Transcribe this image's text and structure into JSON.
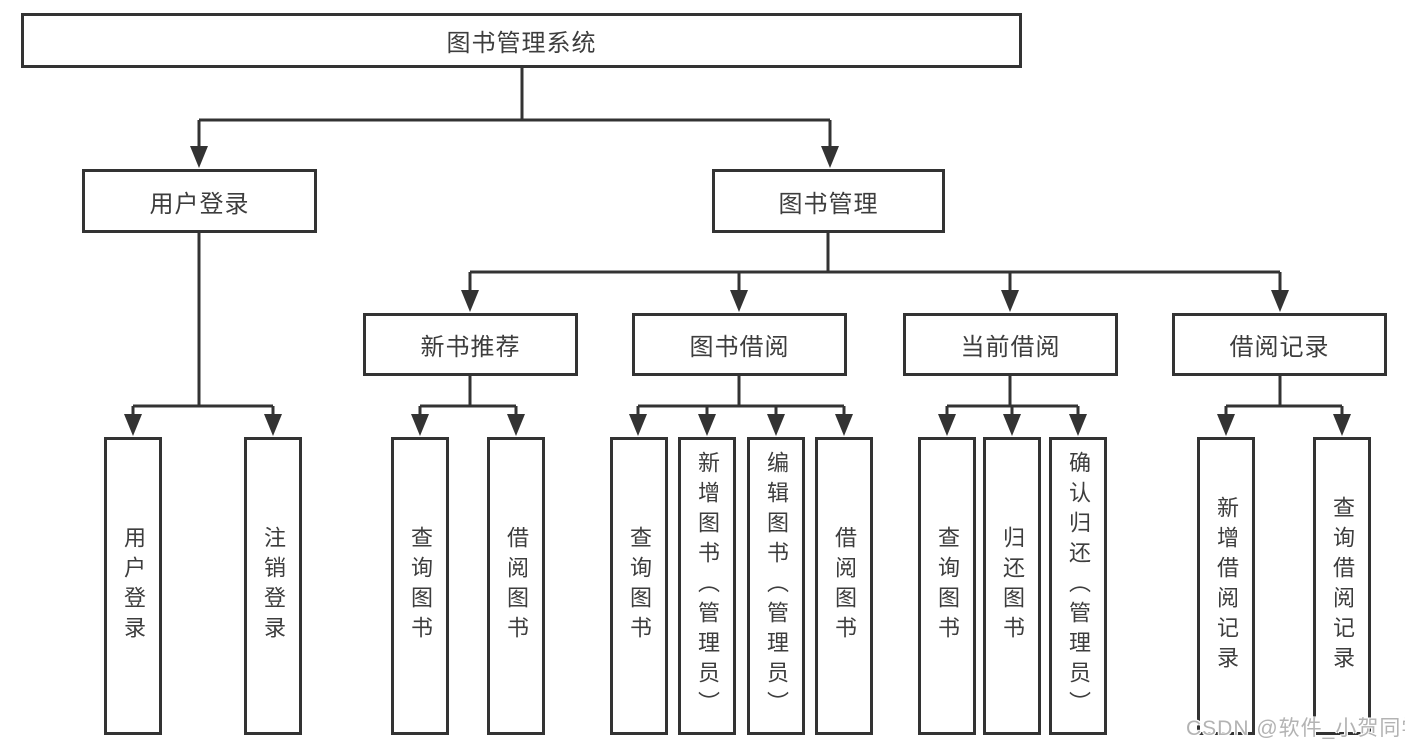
{
  "root": "图书管理系统",
  "level2": [
    "用户登录",
    "图书管理"
  ],
  "level3": [
    "新书推荐",
    "图书借阅",
    "当前借阅",
    "借阅记录"
  ],
  "leaves": {
    "user_login": [
      "用户登录",
      "注销登录"
    ],
    "new_book_rec": [
      "查询图书",
      "借阅图书"
    ],
    "book_borrow": [
      "查询图书",
      "新增图书（管理员）",
      "编辑图书（管理员）",
      "借阅图书"
    ],
    "current_borrow": [
      "查询图书",
      "归还图书",
      "确认归还（管理员）"
    ],
    "borrow_record": [
      "新增借阅记录",
      "查询借阅记录"
    ]
  },
  "hierarchy": {
    "label": "图书管理系统",
    "children": [
      {
        "label": "用户登录",
        "children": [
          "用户登录",
          "注销登录"
        ]
      },
      {
        "label": "图书管理",
        "children": [
          {
            "label": "新书推荐",
            "children": [
              "查询图书",
              "借阅图书"
            ]
          },
          {
            "label": "图书借阅",
            "children": [
              "查询图书",
              "新增图书（管理员）",
              "编辑图书（管理员）",
              "借阅图书"
            ]
          },
          {
            "label": "当前借阅",
            "children": [
              "查询图书",
              "归还图书",
              "确认归还（管理员）"
            ]
          },
          {
            "label": "借阅记录",
            "children": [
              "新增借阅记录",
              "查询借阅记录"
            ]
          }
        ]
      }
    ]
  },
  "watermark": "CSDN @软件_小贺同学",
  "colors": {
    "line": "#333333",
    "text": "#3d3d3d",
    "watermark": "#b3b3b3",
    "background": "#ffffff"
  }
}
